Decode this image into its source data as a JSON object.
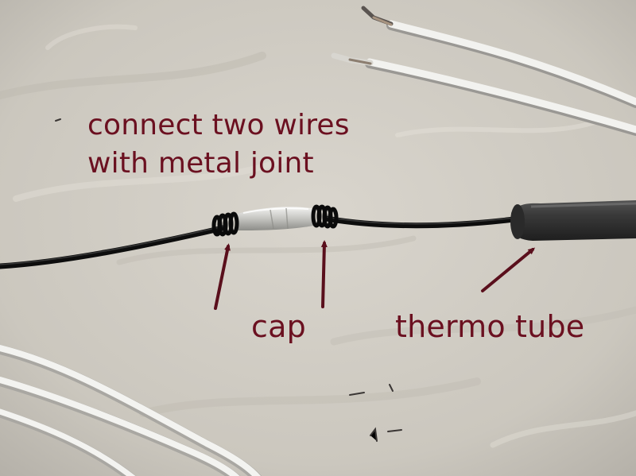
{
  "annotations": {
    "joint_line1": "connect two wires",
    "joint_line2": "with metal joint",
    "cap": "cap",
    "thermo_tube": "thermo tube"
  },
  "colors": {
    "annotation_text": "#6b1020",
    "arrow": "#5a0f1c",
    "background_fabric": "#cfcbc2",
    "black_wire": "#111111",
    "white_wire": "#f1f1ee",
    "heat_shrink_tube": "#2e2e2e",
    "metal_joint": "#c9c9c6"
  }
}
